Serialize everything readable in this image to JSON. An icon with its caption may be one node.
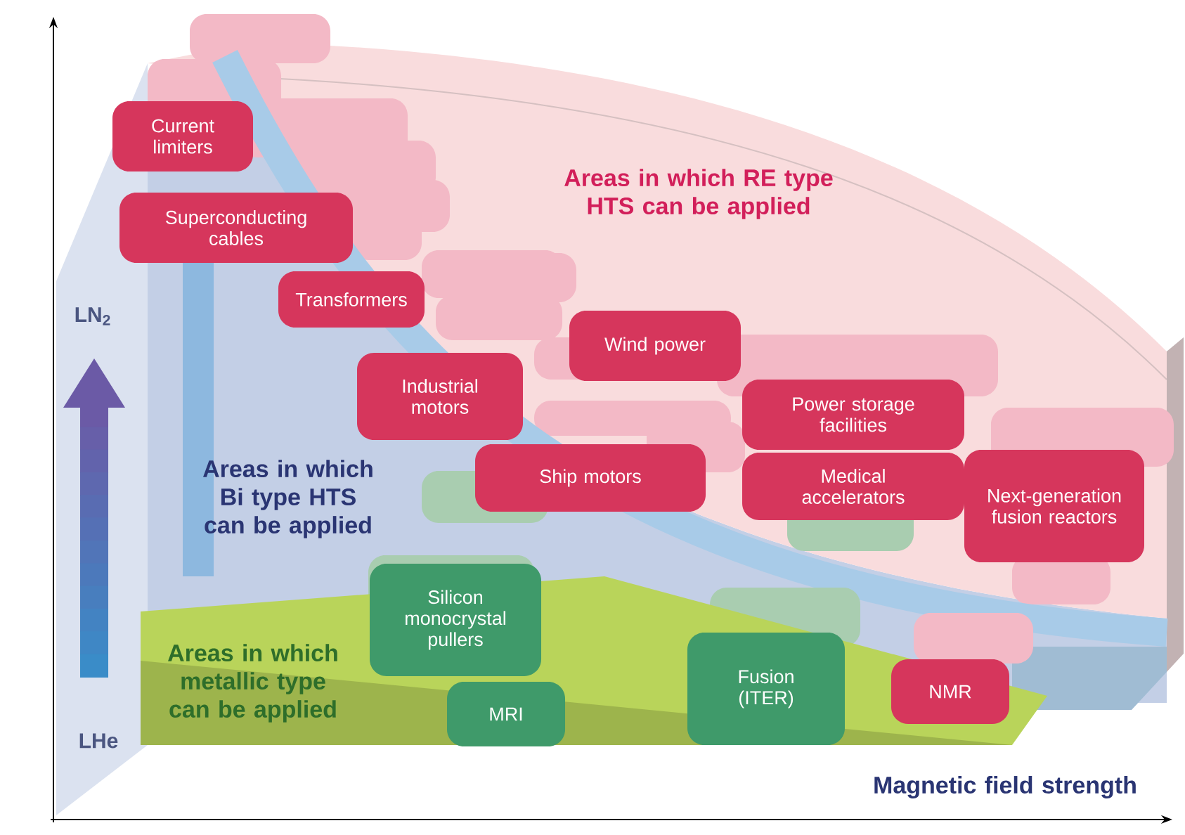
{
  "diagram": {
    "nodes": [
      {
        "text": [
          "Current limiters"
        ]
      },
      {
        "text": [
          "Superconducting cables"
        ]
      },
      {
        "text": [
          "Transformers"
        ]
      },
      {
        "text": [
          "Industrial motors"
        ]
      },
      {
        "text": [
          "Wind power"
        ]
      },
      {
        "text": [
          "Ship motors"
        ]
      },
      {
        "text": [
          "Power storage facilities"
        ]
      },
      {
        "text": [
          "Medical accelerators"
        ]
      },
      {
        "text": [
          "Next-generation fusion reactors"
        ]
      },
      {
        "text": [
          "Silicon monocrystal pullers"
        ]
      },
      {
        "text": [
          "MRI"
        ]
      },
      {
        "text": [
          "Fusion (ITER)"
        ]
      },
      {
        "text": [
          "NMR"
        ]
      }
    ],
    "labels": [
      "Areas in which RE type HTS can be applied",
      "LN$_{2}$",
      "Areas in which Bi type HTS can be applied",
      "Areas in which metallic type can be applied",
      "LHe",
      "Magnetic field strength"
    ]
  }
}
